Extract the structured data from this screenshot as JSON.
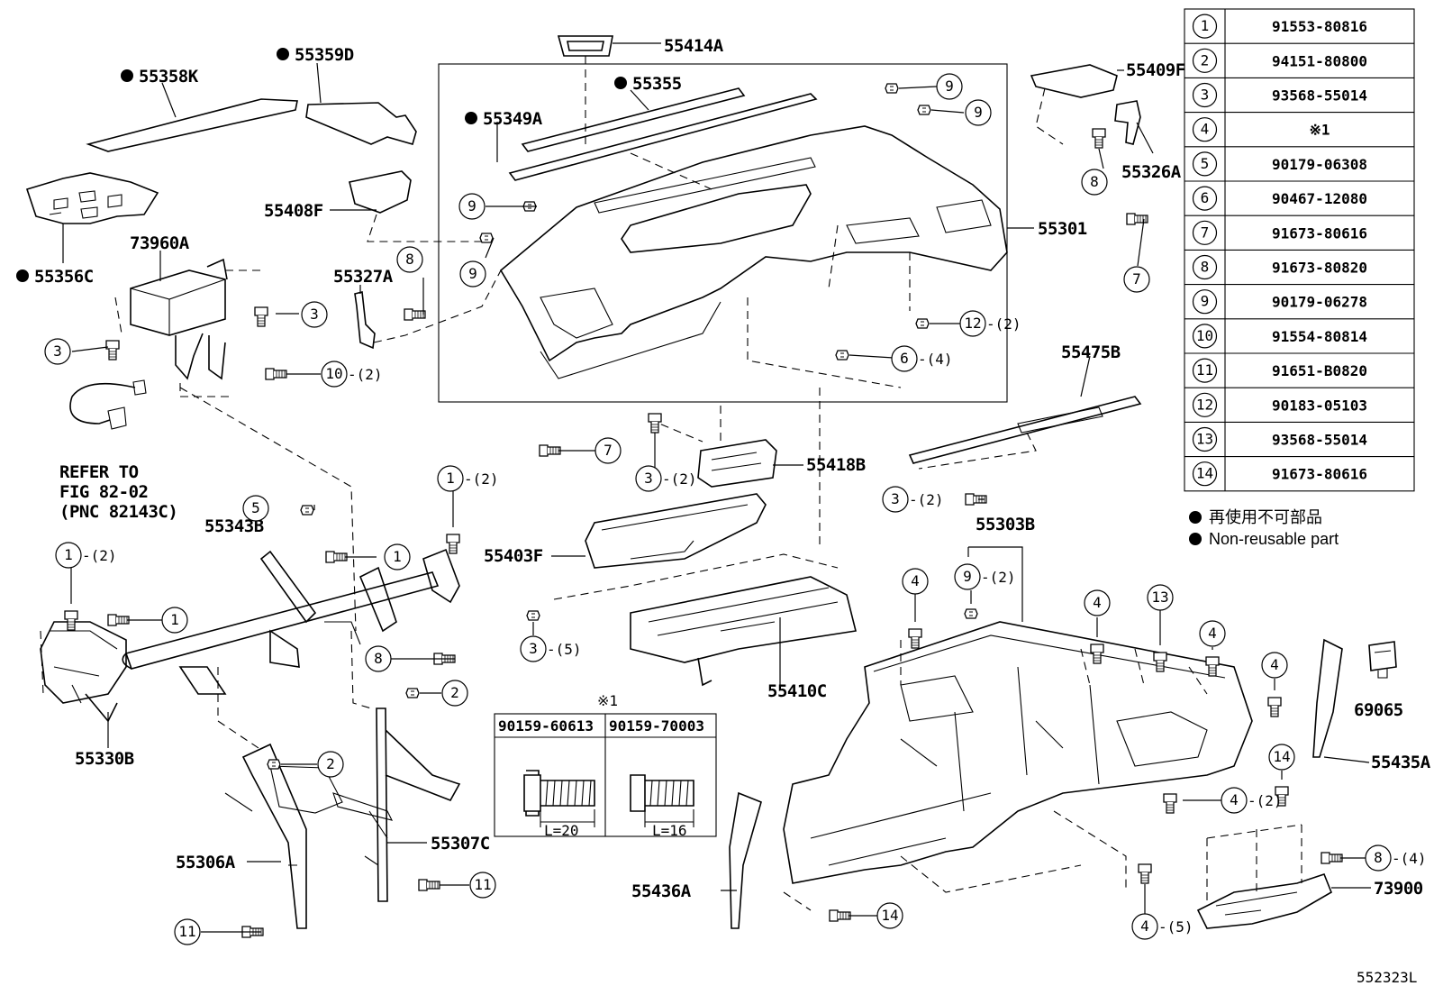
{
  "legend_table": [
    {
      "num": "1",
      "part": "91553-80816"
    },
    {
      "num": "2",
      "part": "94151-80800"
    },
    {
      "num": "3",
      "part": "93568-55014"
    },
    {
      "num": "4",
      "part": "※1"
    },
    {
      "num": "5",
      "part": "90179-06308"
    },
    {
      "num": "6",
      "part": "90467-12080"
    },
    {
      "num": "7",
      "part": "91673-80616"
    },
    {
      "num": "8",
      "part": "91673-80820"
    },
    {
      "num": "9",
      "part": "90179-06278"
    },
    {
      "num": "10",
      "part": "91554-80814"
    },
    {
      "num": "11",
      "part": "91651-B0820"
    },
    {
      "num": "12",
      "part": "90183-05103"
    },
    {
      "num": "13",
      "part": "93568-55014"
    },
    {
      "num": "14",
      "part": "91673-80616"
    }
  ],
  "legend_notes": {
    "jp": "再使用不可部品",
    "en": "Non-reusable part"
  },
  "note1": {
    "mark": "※1",
    "bolt_a": "90159-60613",
    "bolt_b": "90159-70003",
    "len_a": "L=20",
    "len_b": "L=16"
  },
  "labels": {
    "p55414A": "55414A",
    "p55359D": "55359D",
    "p55358K": "55358K",
    "p55355": "55355",
    "p55349A": "55349A",
    "p55409F": "55409F",
    "p55326A": "55326A",
    "p55408F": "55408F",
    "p55301": "55301",
    "p73960A": "73960A",
    "p55356C": "55356C",
    "p55327A": "55327A",
    "p55475B": "55475B",
    "p55418B": "55418B",
    "p55343B": "55343B",
    "p55403F": "55403F",
    "p55303B": "55303B",
    "p55410C": "55410C",
    "p69065": "69065",
    "p55435A": "55435A",
    "p55330B": "55330B",
    "p55306A": "55306A",
    "p55307C": "55307C",
    "p55436A": "55436A",
    "p73900": "73900",
    "refer1": "REFER TO",
    "refer2": "FIG 82-02",
    "refer3": "(PNC 82143C)",
    "figure_id": "552323L"
  },
  "callouts": [
    {
      "n": "9",
      "q": ""
    },
    {
      "n": "9",
      "q": ""
    },
    {
      "n": "9",
      "q": ""
    },
    {
      "n": "9",
      "q": ""
    },
    {
      "n": "8",
      "q": ""
    },
    {
      "n": "8",
      "q": ""
    },
    {
      "n": "3",
      "q": ""
    },
    {
      "n": "3",
      "q": ""
    },
    {
      "n": "10",
      "q": "-(2)"
    },
    {
      "n": "12",
      "q": "-(2)"
    },
    {
      "n": "6",
      "q": "-(4)"
    },
    {
      "n": "7",
      "q": ""
    },
    {
      "n": "7",
      "q": ""
    },
    {
      "n": "3",
      "q": "-(2)"
    },
    {
      "n": "3",
      "q": "-(2)"
    },
    {
      "n": "1",
      "q": "-(2)"
    },
    {
      "n": "5",
      "q": ""
    },
    {
      "n": "1",
      "q": ""
    },
    {
      "n": "1",
      "q": "-(2)"
    },
    {
      "n": "1",
      "q": ""
    },
    {
      "n": "8",
      "q": ""
    },
    {
      "n": "2",
      "q": ""
    },
    {
      "n": "2",
      "q": ""
    },
    {
      "n": "11",
      "q": ""
    },
    {
      "n": "11",
      "q": ""
    },
    {
      "n": "3",
      "q": "-(5)"
    },
    {
      "n": "9",
      "q": "-(2)"
    },
    {
      "n": "4",
      "q": ""
    },
    {
      "n": "4",
      "q": ""
    },
    {
      "n": "13",
      "q": ""
    },
    {
      "n": "4",
      "q": ""
    },
    {
      "n": "4",
      "q": ""
    },
    {
      "n": "14",
      "q": ""
    },
    {
      "n": "4",
      "q": "-(2)"
    },
    {
      "n": "8",
      "q": "-(4)"
    },
    {
      "n": "4",
      "q": "-(5)"
    },
    {
      "n": "14",
      "q": ""
    }
  ]
}
